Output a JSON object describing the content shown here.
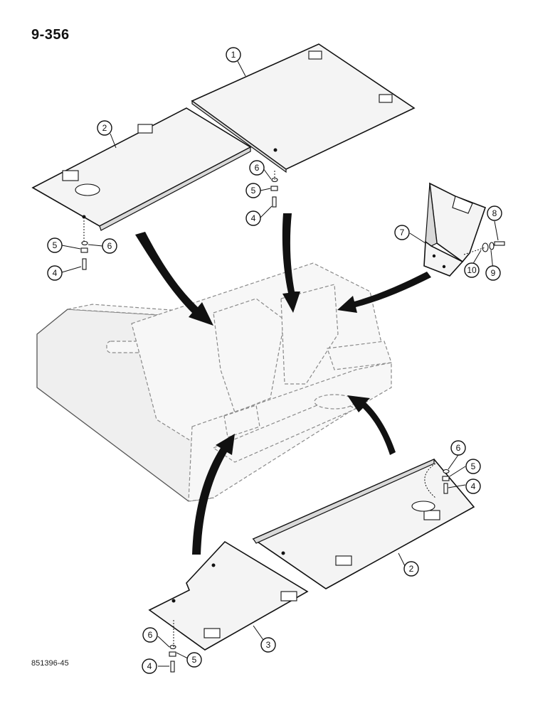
{
  "page_number": "9-356",
  "figure_ref": "851396-45",
  "callouts": {
    "c1": "1",
    "c2_top": "2",
    "c2_bottom": "2",
    "c3": "3",
    "c4_a": "4",
    "c4_b": "4",
    "c4_c": "4",
    "c4_d": "4",
    "c5_a": "5",
    "c5_b": "5",
    "c5_c": "5",
    "c5_d": "5",
    "c6_a": "6",
    "c6_b": "6",
    "c6_c": "6",
    "c6_d": "6",
    "c7": "7",
    "c8": "8",
    "c9": "9",
    "c10": "10"
  }
}
